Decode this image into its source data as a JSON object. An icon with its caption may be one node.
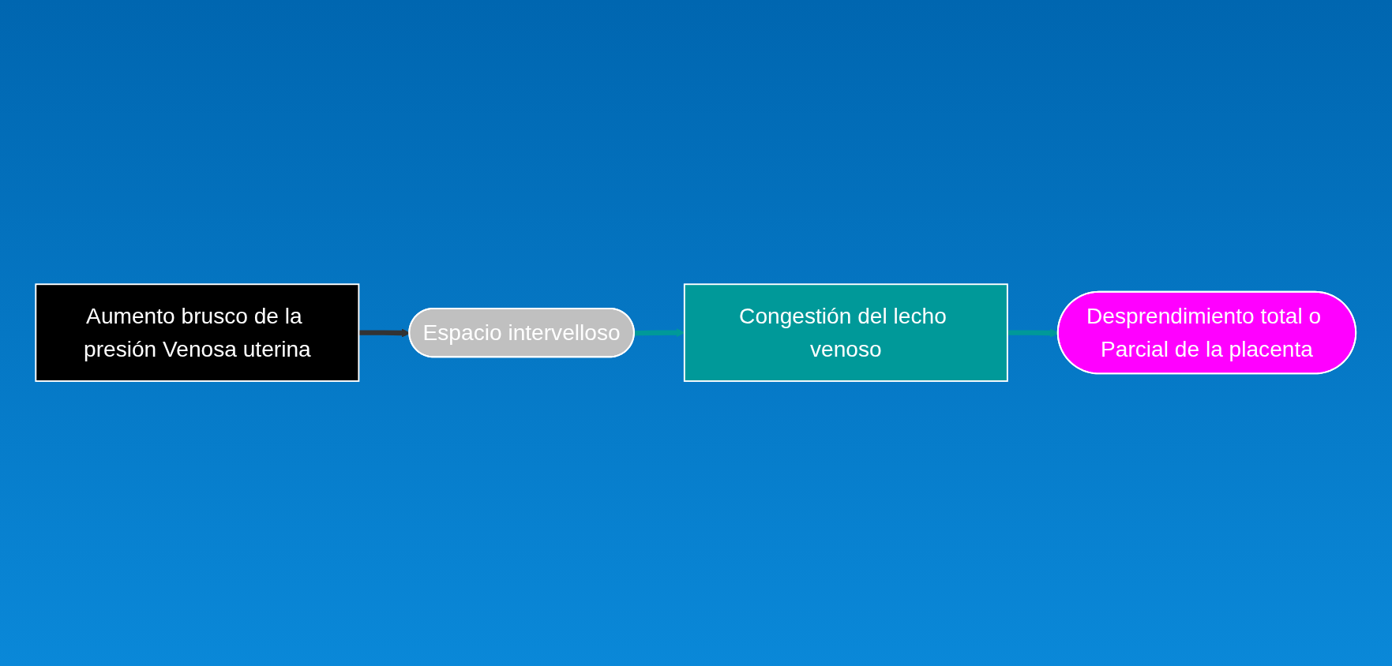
{
  "diagram": {
    "nodes": [
      {
        "text": [
          "Aumento brusco de la presión Venosa uterina"
        ]
      },
      {
        "text": [
          "Espacio intervelloso"
        ]
      },
      {
        "text": [
          "Congestión del lecho venoso"
        ]
      },
      {
        "text": [
          "Desprendimiento total o Parcial de la placenta"
        ]
      }
    ],
    "edges": [
      {
        "from": 0,
        "to": 1,
        "arrow": "to",
        "color": "#333333"
      },
      {
        "from": 1,
        "to": 2,
        "arrow": "to"
      },
      {
        "from": 2,
        "to": 3,
        "arrow": "to"
      }
    ]
  }
}
